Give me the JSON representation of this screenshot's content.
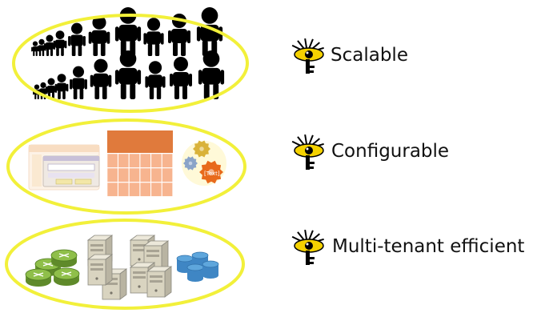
{
  "rows": [
    {
      "label": "Scalable"
    },
    {
      "label": "Configurable"
    },
    {
      "label": "Multi-tenant efficient"
    }
  ],
  "mockup_text": {
    "tag": "[Text]"
  },
  "colors": {
    "ellipse_stroke": "#f2f03a",
    "bullet_fill": "#f5d200",
    "silhouette": "#000000",
    "grid_header": "#e07a3c",
    "grid_cells": "#f7b48f",
    "gear_orange": "#e86a1c",
    "gear_gold": "#d9b23a",
    "gear_blue": "#8aa3c8",
    "server": "#d9d4c0",
    "db_blue": "#5ea6dc",
    "router_green": "#8fbf4a"
  },
  "icons": [
    "eye-key-bullet-icon",
    "people-silhouettes-icon",
    "config-mockup-icon",
    "servers-icon",
    "database-icon",
    "router-icon"
  ]
}
